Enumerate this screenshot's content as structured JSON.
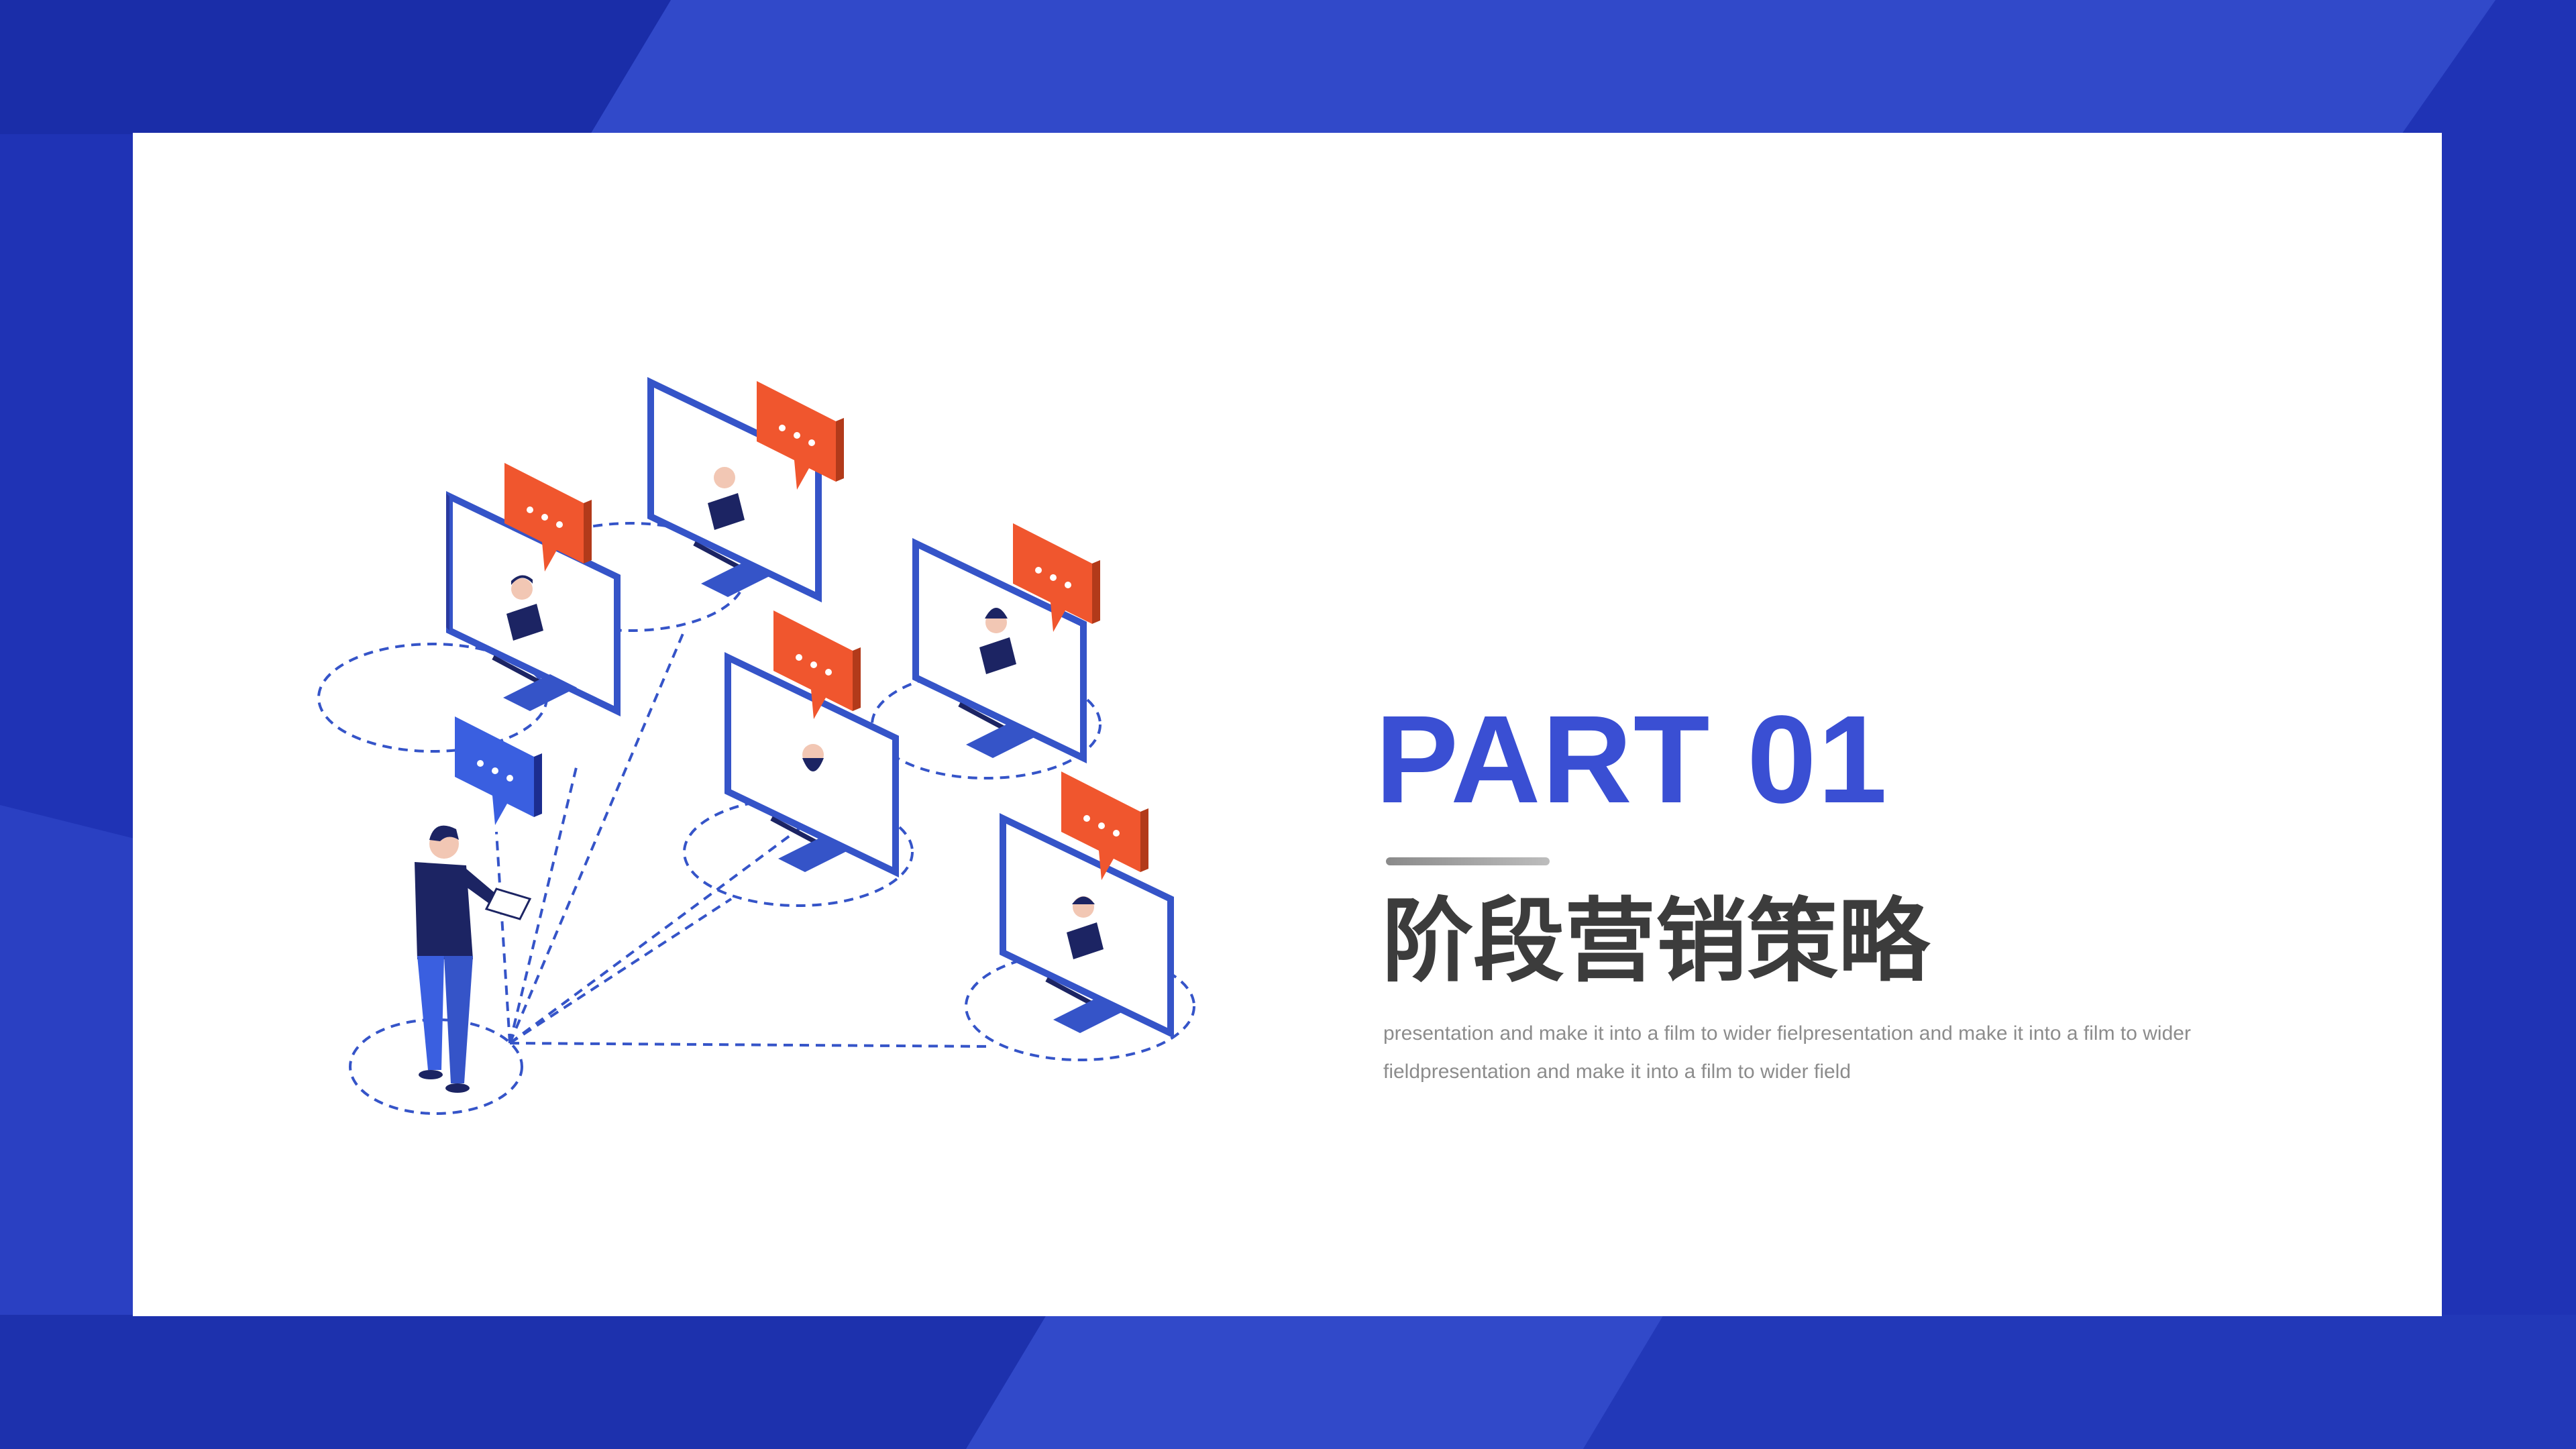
{
  "slide": {
    "part_label": "PART 01",
    "title_cn": "阶段营销策略",
    "description": "presentation and make it into a film to wider fielpresentation and make it into a film to wider fieldpresentation and make it into a film to wider field"
  },
  "illustration": {
    "icon": "network-communication-illustration",
    "chat_bubble_glyph": "..."
  },
  "colors": {
    "frame_blue": "#1f33b5",
    "accent_blue": "#3a4fd3",
    "monitor_blue": "#3554c8",
    "bubble_orange": "#f0562e",
    "title_dark": "#3c3c3c",
    "body_gray": "#8c8c8c"
  }
}
